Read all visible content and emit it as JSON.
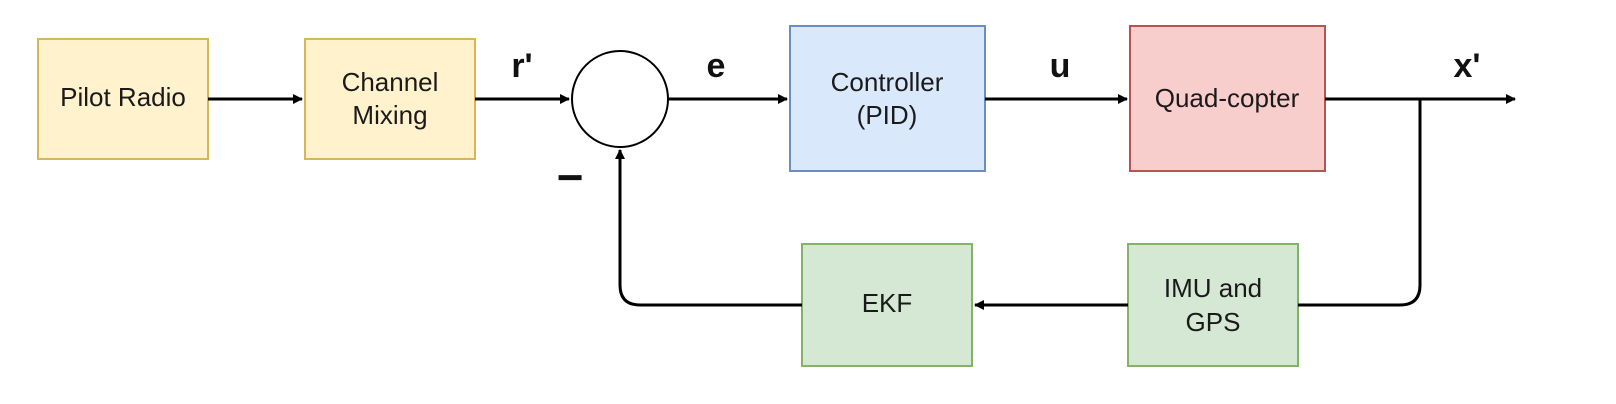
{
  "blocks": {
    "pilot_radio": {
      "label": "Pilot Radio",
      "fill": "#fff2cc",
      "stroke": "#d6b656"
    },
    "channel_mixing": {
      "line1": "Channel",
      "line2": "Mixing",
      "fill": "#fff2cc",
      "stroke": "#d6b656"
    },
    "controller": {
      "line1": "Controller",
      "line2": "(PID)",
      "fill": "#dae8fc",
      "stroke": "#6c8ebf"
    },
    "quadcopter": {
      "label": "Quad-copter",
      "fill": "#f8cecc",
      "stroke": "#b85450"
    },
    "imu_gps": {
      "line1": "IMU and",
      "line2": "GPS",
      "fill": "#d5e8d4",
      "stroke": "#82b366"
    },
    "ekf": {
      "label": "EKF",
      "fill": "#d5e8d4",
      "stroke": "#82b366"
    }
  },
  "signals": {
    "reference": "r'",
    "error": "e",
    "control": "u",
    "output": "x'"
  },
  "summing_junction": {
    "feedback_sign": "−"
  }
}
